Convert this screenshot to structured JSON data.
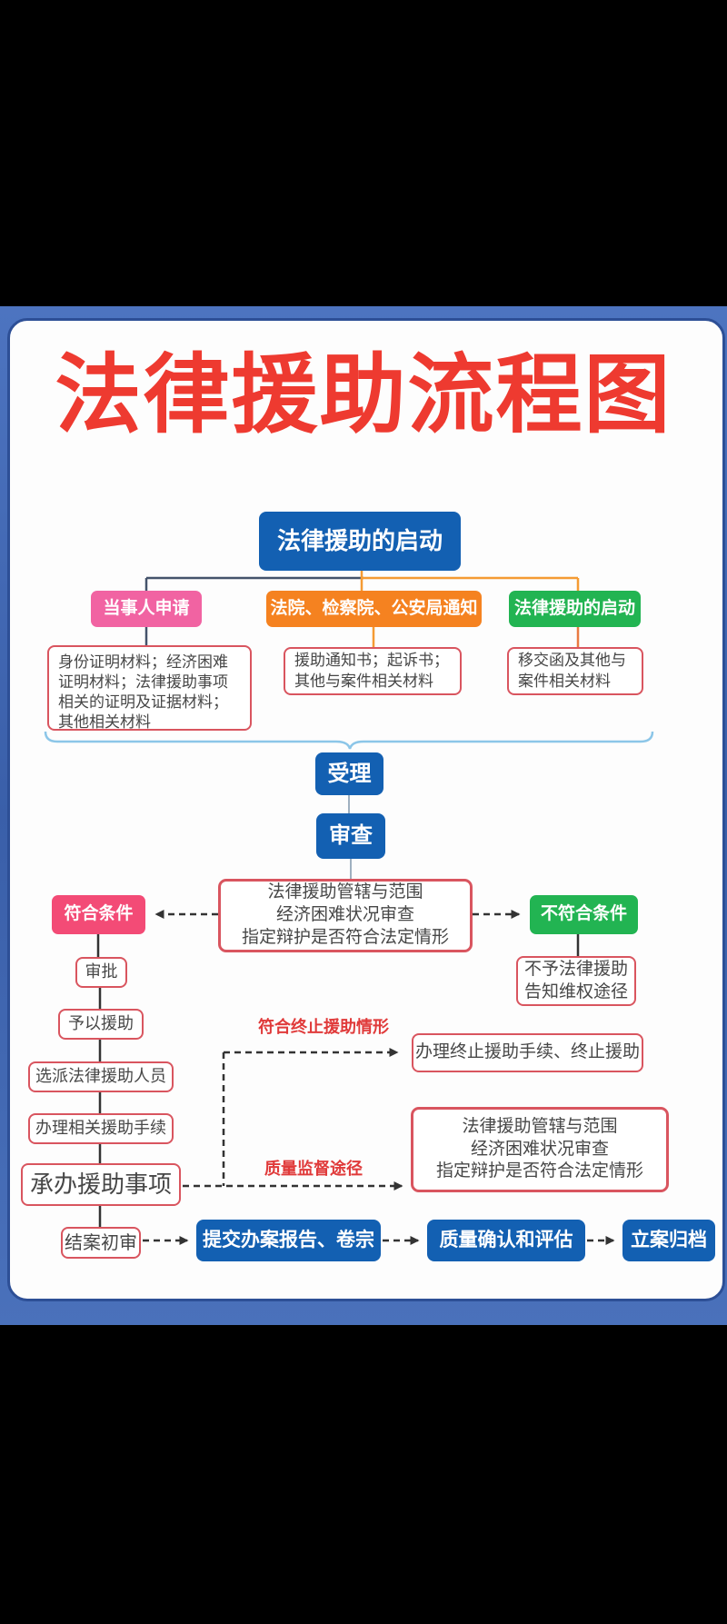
{
  "title": "法律援助流程图",
  "colors": {
    "background": "#000000",
    "backdrop_blue": "#3f66b0",
    "card_border": "#2d4f96",
    "title_red": "#ee3a30",
    "node_blue": "#1360b2",
    "node_pink": "#f163a2",
    "node_rose": "#f34b76",
    "node_orange": "#f58220",
    "node_green": "#22b452",
    "outline_red": "#d9555f",
    "annotation_red": "#e03a3a"
  },
  "nodes": {
    "start": "法律援助的启动",
    "branch_party": "当事人申请",
    "branch_court": "法院、检察院、公安局通知",
    "branch_aid": "法律援助的启动",
    "materials_party": "身份证明材料；经济困难证明材料；法律援助事项相关的证明及证据材料；其他相关材料",
    "materials_court": "援助通知书；起诉书；其他与案件相关材料",
    "materials_aid": "移交函及其他与案件相关材料",
    "accept": "受理",
    "review": "审查",
    "criteria": "法律援助管辖与范围\n经济困难状况审查\n指定辩护是否符合法定情形",
    "qualified": "符合条件",
    "not_qualified": "不符合条件",
    "approve": "审批",
    "grant": "予以援助",
    "assign": "选派法律援助人员",
    "procedures": "办理相关援助手续",
    "undertake": "承办援助事项",
    "case_review": "结案初审",
    "deny": "不予法律援助\n告知维权途径",
    "terminate": "办理终止援助手续、终止援助",
    "submit": "提交办案报告、卷宗",
    "confirm": "质量确认和评估",
    "archive": "立案归档"
  },
  "annotations": {
    "terminate_condition": "符合终止援助情形",
    "quality_path": "质量监督途径"
  }
}
